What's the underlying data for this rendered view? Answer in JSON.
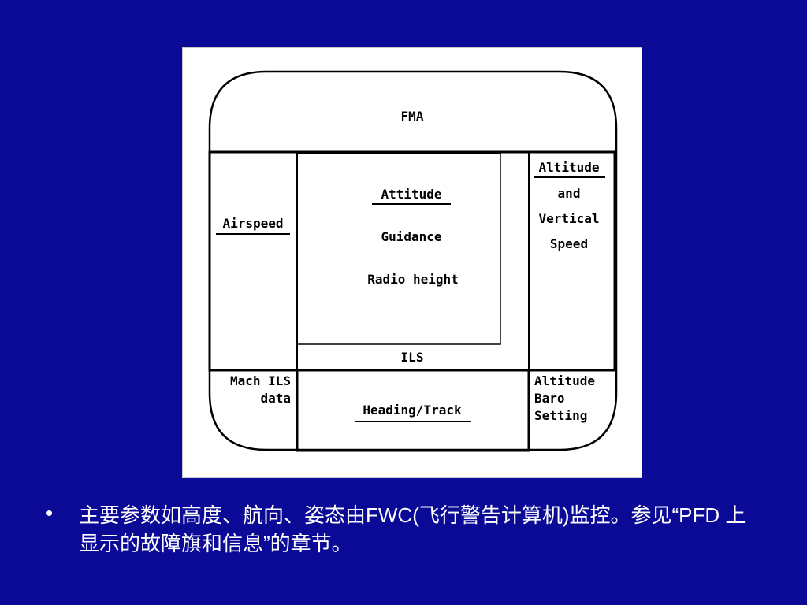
{
  "slide": {
    "background_color": "#0a0a96",
    "text_color": "#ffffff"
  },
  "diagram": {
    "fma_label": "FMA",
    "airspeed_label": "Airspeed",
    "attitude_label": "Attitude",
    "guidance_label": "Guidance",
    "radio_height_label": "Radio height",
    "altitude_vs_lines": [
      "Altitude",
      "and",
      "Vertical",
      "Speed"
    ],
    "ils_label": "ILS",
    "mach_ils_lines": [
      "Mach ILS",
      "data"
    ],
    "heading_track_label": "Heading/Track",
    "altitude_baro_lines": [
      "Altitude",
      "Baro",
      "Setting"
    ]
  },
  "bullet": {
    "marker": "•",
    "text": "主要参数如高度、航向、姿态由FWC(飞行警告计算机)监控。参见“PFD 上显示的故障旗和信息”的章节。"
  }
}
